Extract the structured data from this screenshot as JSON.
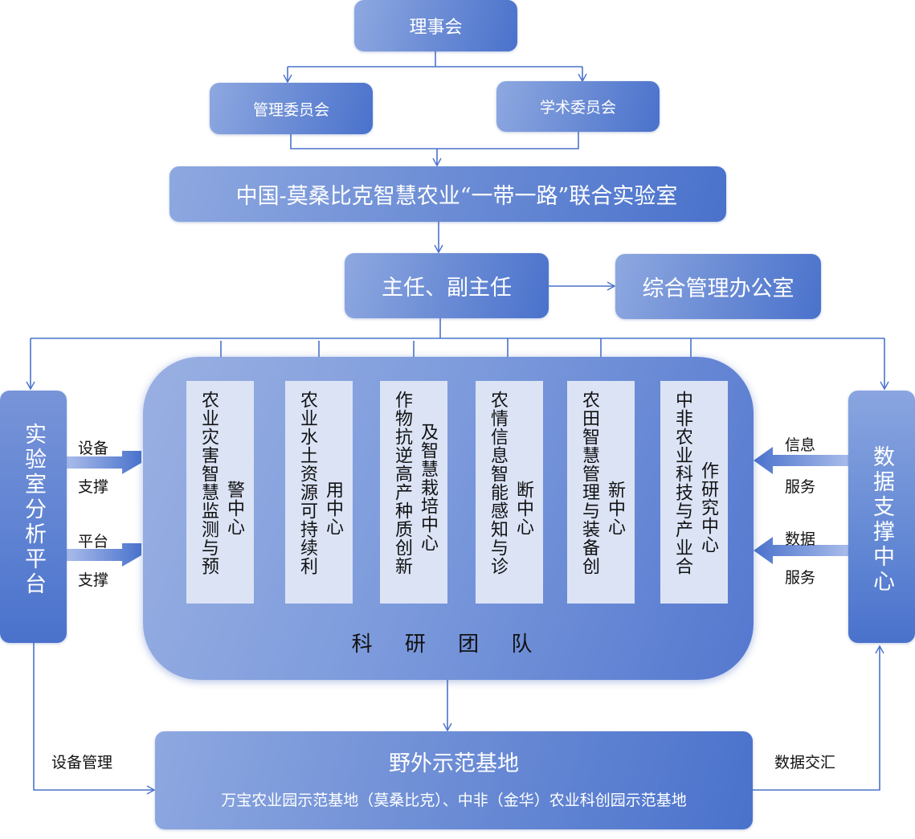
{
  "diagram": {
    "board": "理事会",
    "management_committee": "管理委员会",
    "academic_committee": "学术委员会",
    "joint_lab": "中国-莫桑比克智慧农业“一带一路”联合实验室",
    "director": "主任、副主任",
    "general_office": "综合管理办公室",
    "research_teams": {
      "label": "科 研 团 队",
      "centers": [
        {
          "line1": "农业灾害智慧监测与预",
          "line2": "警中心"
        },
        {
          "line1": "农业水土资源可持续利",
          "line2": "用中心"
        },
        {
          "line1": "作物抗逆高产种质创新",
          "line2": "及智慧栽培中心"
        },
        {
          "line1": "农情信息智能感知与诊",
          "line2": "断中心"
        },
        {
          "line1": "农田智慧管理与装备创",
          "line2": "新中心"
        },
        {
          "line1": "中非农业科技与产业合",
          "line2": "作研究中心"
        }
      ]
    },
    "lab_platform": "实验室分析平台",
    "platform_arrows": [
      {
        "top": "设备",
        "bottom": "支撑"
      },
      {
        "top": "平台",
        "bottom": "支撑"
      }
    ],
    "data_center": "数据支撑中心",
    "data_arrows": [
      {
        "top": "信息",
        "bottom": "服务"
      },
      {
        "top": "数据",
        "bottom": "服务"
      }
    ],
    "field_base": {
      "title": "野外示范基地",
      "subtitle": "万宝农业园示范基地（莫桑比克）、中非（金华）农业科创园示范基地"
    },
    "equipment_management": "设备管理",
    "data_convergence": "数据交汇"
  }
}
